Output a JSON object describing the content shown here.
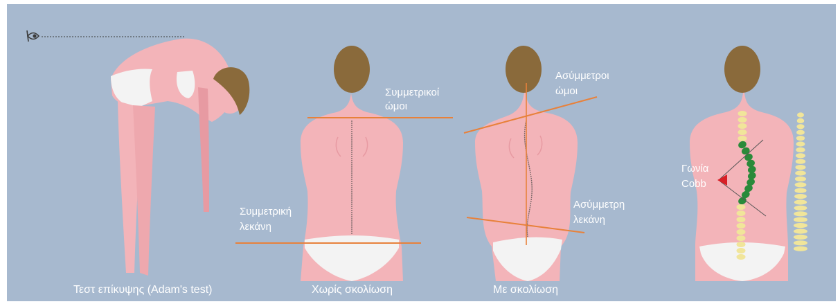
{
  "colors": {
    "background": "#a7b9cf",
    "skin": "#f3b4b9",
    "skin_shade": "#e79aa2",
    "hair": "#8a6a3b",
    "underwear": "#f3f3f3",
    "reference_line": "#e8813a",
    "spine_line": "#7d6a6a",
    "vertebra_normal": "#f1e59a",
    "vertebra_curved": "#2a8a3a",
    "cobb_marker": "#d81f26",
    "label_text": "#ffffff"
  },
  "icons": {
    "eye": "eye-icon"
  },
  "figures": [
    {
      "caption": "Τεστ επίκυψης (Adam's test)"
    },
    {
      "caption": "Χωρίς σκολίωση",
      "labels": [
        "Συμμετρικοί ώμοι",
        "Συμμετρική λεκάνη"
      ]
    },
    {
      "caption": "Με σκολίωση",
      "labels": [
        "Ασύμμετροι ώμοι",
        "Ασύμμετρη λεκάνη"
      ]
    },
    {
      "caption": "",
      "labels": [
        "Γωνία Cobb"
      ]
    }
  ],
  "labels": {
    "sym_shoulders_1": "Συμμετρικοί",
    "sym_shoulders_2": "ώμοι",
    "sym_pelvis_1": "Συμμετρική",
    "sym_pelvis_2": "λεκάνη",
    "asym_shoulders_1": "Ασύμμετροι",
    "asym_shoulders_2": "ώμοι",
    "asym_pelvis_1": "Ασύμμετρη",
    "asym_pelvis_2": "λεκάνη",
    "cobb_1": "Γωνία",
    "cobb_2": "Cobb"
  }
}
